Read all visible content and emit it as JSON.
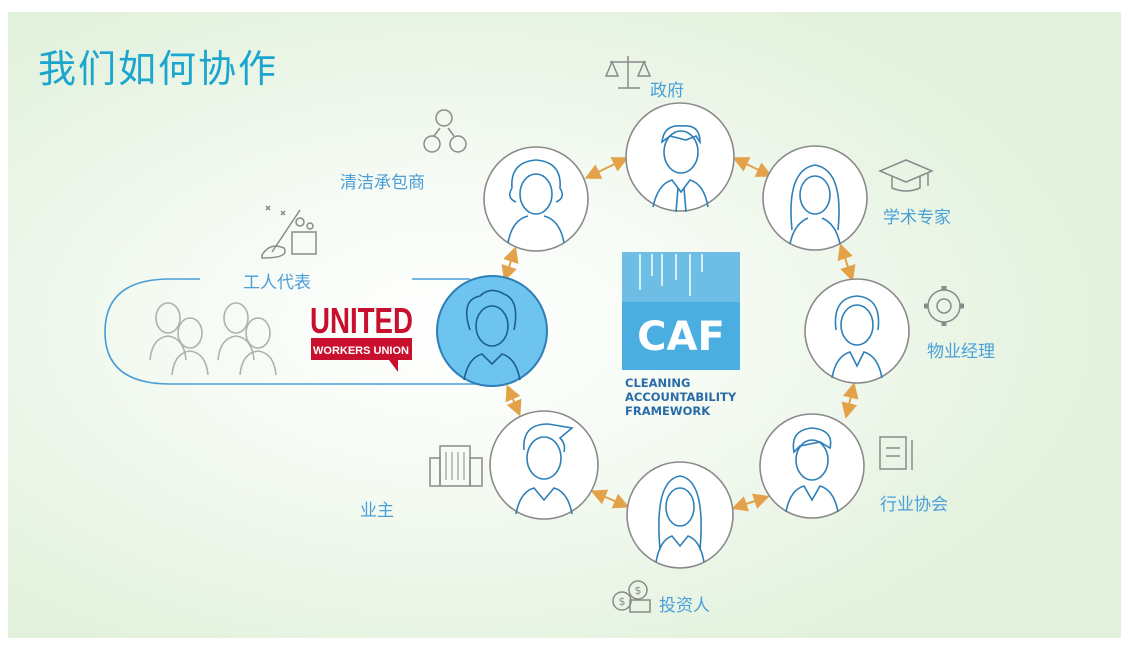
{
  "title": "我们如何协作",
  "center": {
    "logo_letters": "CAF",
    "logo_line1": "CLEANING",
    "logo_line2": "ACCOUNTABILITY",
    "logo_line3": "FRAMEWORK"
  },
  "union": {
    "logo_top": "UNITED",
    "logo_bottom": "WORKERS UNION"
  },
  "stakeholders": {
    "government": "政府",
    "academic": "学术专家",
    "property_manager": "物业经理",
    "industry_association": "行业协会",
    "investor": "投资人",
    "owner": "业主",
    "contractor": "清洁承包商",
    "worker_rep": "工人代表"
  },
  "colors": {
    "title": "#1aa6cf",
    "label": "#4a9fd8",
    "circle_stroke": "#8a8a8a",
    "arrow": "#e3a24a",
    "highlight_fill": "#6cc4ef",
    "union_red": "#c8102e"
  }
}
